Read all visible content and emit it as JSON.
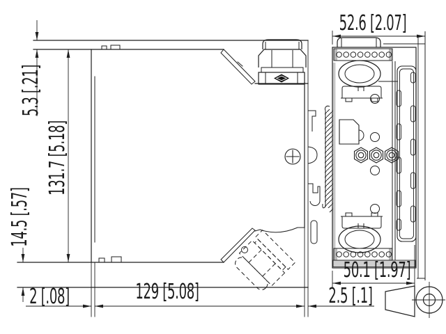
{
  "drawing_type": "technical-dimension-drawing",
  "colors": {
    "background": "#ffffff",
    "line": "#1f1f1f",
    "fill_light": "#c7c7c7",
    "fill_dark": "#111111"
  },
  "dimensions": {
    "side_width_top": {
      "label": "52.6 [2.07]"
    },
    "top_offset": {
      "label": "5.3 [.21]"
    },
    "height": {
      "label": "131.7 [5.18]"
    },
    "bottom_offset": {
      "label": "14.5 [.57]"
    },
    "front_lip": {
      "label": "2 [.08]"
    },
    "length": {
      "label": "129 [5.08]"
    },
    "side_width_bottom": {
      "label": "50.1 [1.97]"
    },
    "rear_gap": {
      "label": "2.5 [.1]"
    }
  }
}
